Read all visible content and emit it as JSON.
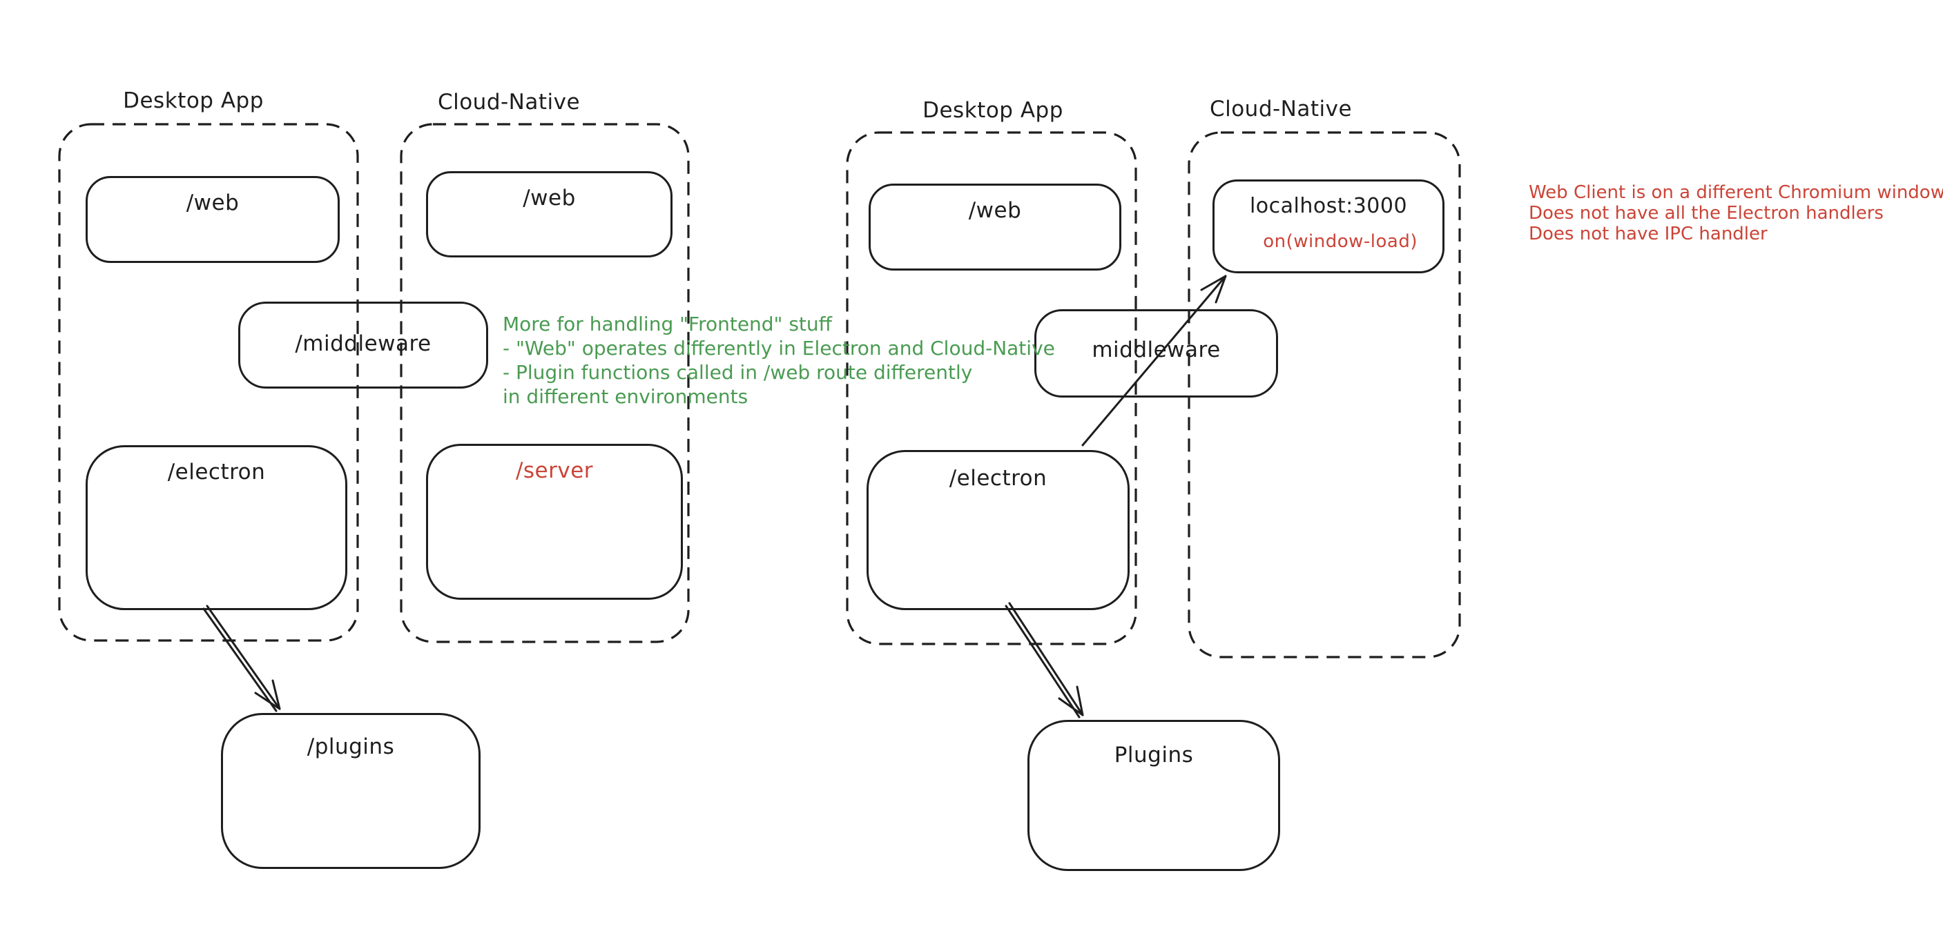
{
  "app": {
    "kind": "whiteboard-diagram"
  },
  "colors": {
    "ink": "#1e1e1e",
    "green": "#4a9b52",
    "red": "#cb4437",
    "background": "#ffffff"
  },
  "left": {
    "desktop": {
      "title": "Desktop App",
      "web": "/web",
      "middleware": "/middleware",
      "electron": "/electron"
    },
    "cloud": {
      "title": "Cloud-Native",
      "web": "/web",
      "server": "/server"
    },
    "plugins": "/plugins",
    "green_note": {
      "line1": "More for handling \"Frontend\" stuff",
      "line2": "- \"Web\" operates differently in Electron and Cloud-Native",
      "line3": "- Plugin functions called in /web route differently",
      "line4": "in different environments"
    },
    "arrows": [
      {
        "from": "/electron",
        "to": "/plugins"
      }
    ]
  },
  "right": {
    "desktop": {
      "title": "Desktop App",
      "web": "/web",
      "middleware": "middleware",
      "electron": "/electron"
    },
    "cloud": {
      "title": "Cloud-Native",
      "localhost": "localhost:3000",
      "window_load": "on(window-load)"
    },
    "plugins": "Plugins",
    "red_note": {
      "line1": "Web Client is on a different Chromium window",
      "line2": "Does not have all the Electron handlers",
      "line3": "Does not have IPC handler"
    },
    "arrows": [
      {
        "from": "/electron",
        "to": "localhost:3000"
      },
      {
        "from": "/electron",
        "to": "Plugins"
      }
    ]
  }
}
